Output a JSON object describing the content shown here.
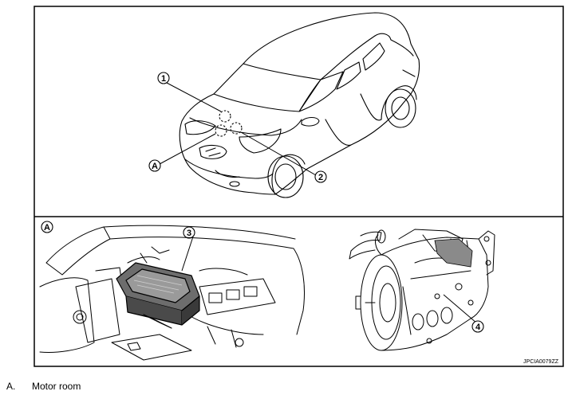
{
  "callouts": {
    "c1": "1",
    "c2": "2",
    "c3": "3",
    "c4": "4",
    "cA_top": "A",
    "cA_panel": "A"
  },
  "figure_code": "JPCIA0079ZZ",
  "legend": [
    {
      "key": "A.",
      "text": "Motor room"
    }
  ]
}
